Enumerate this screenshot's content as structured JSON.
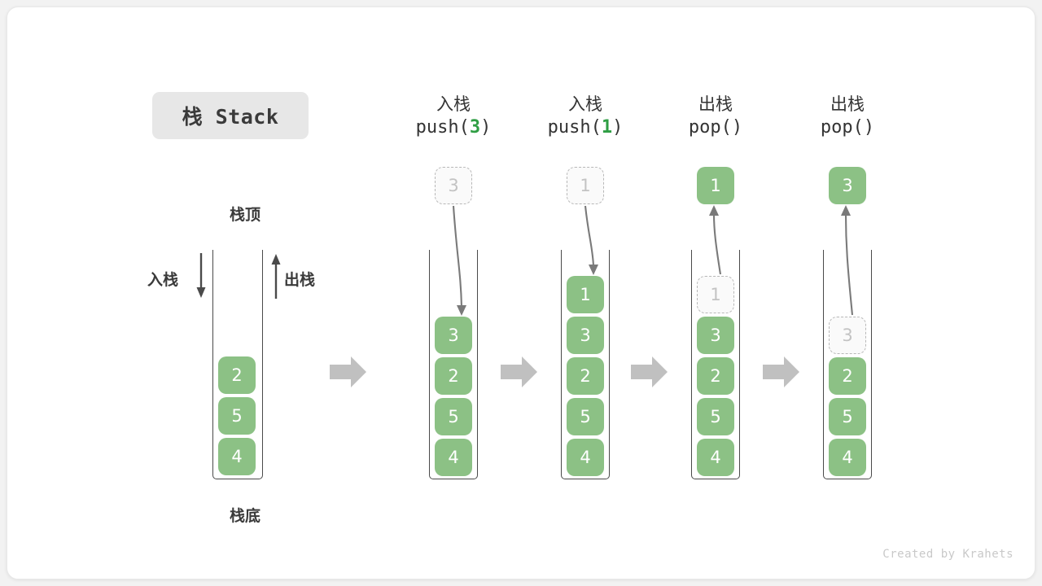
{
  "title": {
    "text": "栈 Stack"
  },
  "left_stack": {
    "label_top": "栈顶",
    "label_bottom": "栈底",
    "label_push": "入栈",
    "label_pop": "出栈",
    "cells": [
      "2",
      "5",
      "4"
    ]
  },
  "steps": [
    {
      "id": "push-3",
      "op_cn": "入栈",
      "op_code_prefix": "push(",
      "op_code_arg": "3",
      "op_code_suffix": ")",
      "floating_cell": {
        "value": "3",
        "style": "ghost"
      },
      "arrow": "down",
      "cells": [
        {
          "value": "3",
          "style": "filled"
        },
        {
          "value": "2",
          "style": "filled"
        },
        {
          "value": "5",
          "style": "filled"
        },
        {
          "value": "4",
          "style": "filled"
        }
      ]
    },
    {
      "id": "push-1",
      "op_cn": "入栈",
      "op_code_prefix": "push(",
      "op_code_arg": "1",
      "op_code_suffix": ")",
      "floating_cell": {
        "value": "1",
        "style": "ghost"
      },
      "arrow": "down",
      "cells": [
        {
          "value": "1",
          "style": "filled"
        },
        {
          "value": "3",
          "style": "filled"
        },
        {
          "value": "2",
          "style": "filled"
        },
        {
          "value": "5",
          "style": "filled"
        },
        {
          "value": "4",
          "style": "filled"
        }
      ]
    },
    {
      "id": "pop-1",
      "op_cn": "出栈",
      "op_code_prefix": "pop(",
      "op_code_arg": "",
      "op_code_suffix": ")",
      "floating_cell": {
        "value": "1",
        "style": "filled"
      },
      "arrow": "up",
      "cells": [
        {
          "value": "1",
          "style": "ghost"
        },
        {
          "value": "3",
          "style": "filled"
        },
        {
          "value": "2",
          "style": "filled"
        },
        {
          "value": "5",
          "style": "filled"
        },
        {
          "value": "4",
          "style": "filled"
        }
      ]
    },
    {
      "id": "pop-3",
      "op_cn": "出栈",
      "op_code_prefix": "pop(",
      "op_code_arg": "",
      "op_code_suffix": ")",
      "floating_cell": {
        "value": "3",
        "style": "filled"
      },
      "arrow": "up",
      "cells": [
        {
          "value": "3",
          "style": "ghost"
        },
        {
          "value": "2",
          "style": "filled"
        },
        {
          "value": "5",
          "style": "filled"
        },
        {
          "value": "4",
          "style": "filled"
        }
      ]
    }
  ],
  "footer": {
    "text": "Created by Krahets"
  },
  "colors": {
    "cell_fill": "#8cc185",
    "accent_green": "#2f9e44",
    "arrow_gray": "#c0c0c0",
    "line_gray": "#7a7a7a",
    "text_dark": "#333333"
  }
}
